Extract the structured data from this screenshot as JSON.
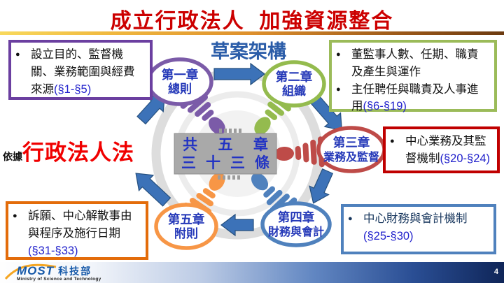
{
  "ui": {
    "bullet": "●"
  },
  "title": "成立行政法人  加強資源整合",
  "diagram": {
    "heading": "草案架構",
    "basis_prefix": "依據",
    "basis_law": "行政法人法",
    "center_line1": "共 五 章",
    "center_line2": "三 十 三 條",
    "nodes": [
      {
        "title": "第一章",
        "subtitle": "總則"
      },
      {
        "title": "第二章",
        "subtitle": "組織"
      },
      {
        "title": "第三章",
        "subtitle": "業務及監督"
      },
      {
        "title": "第四章",
        "subtitle": "財務與會計"
      },
      {
        "title": "第五章",
        "subtitle": "附則"
      }
    ],
    "colors": {
      "ch1": "#7B5BA8",
      "ch2": "#94BB4E",
      "ch3": "#BE4B48",
      "ch4": "#4F81BD",
      "ch5": "#F79646",
      "arrow": "#3C72B8",
      "ring": "#DDDDDD",
      "center_bg": "#A9A9A9",
      "center_text": "#2233C4",
      "node_text": "#2438B8"
    }
  },
  "callouts": {
    "top_left": {
      "text": "設立目的、監督機關、業務範圍與經費來源",
      "ref": "(§1-§5)"
    },
    "top_right": {
      "item1": "董監事人數、任期、職責及產生與運作",
      "item2": "主任聘任與職責及人事進用",
      "ref2": "(§6-§19)"
    },
    "right": {
      "text": "中心業務及其監督機制",
      "ref": "(§20-§24)"
    },
    "bottom_right": {
      "text": "中心財務與會計機制",
      "ref": "(§25-§30)"
    },
    "bottom_left": {
      "text": "訴願、中心解散事由與程序及施行日期",
      "ref": "(§31-§33)"
    }
  },
  "footer": {
    "logo_en": "MOST",
    "logo_cn": "科技部",
    "logo_sub": "Ministry of Science and Technology",
    "page": "4"
  }
}
